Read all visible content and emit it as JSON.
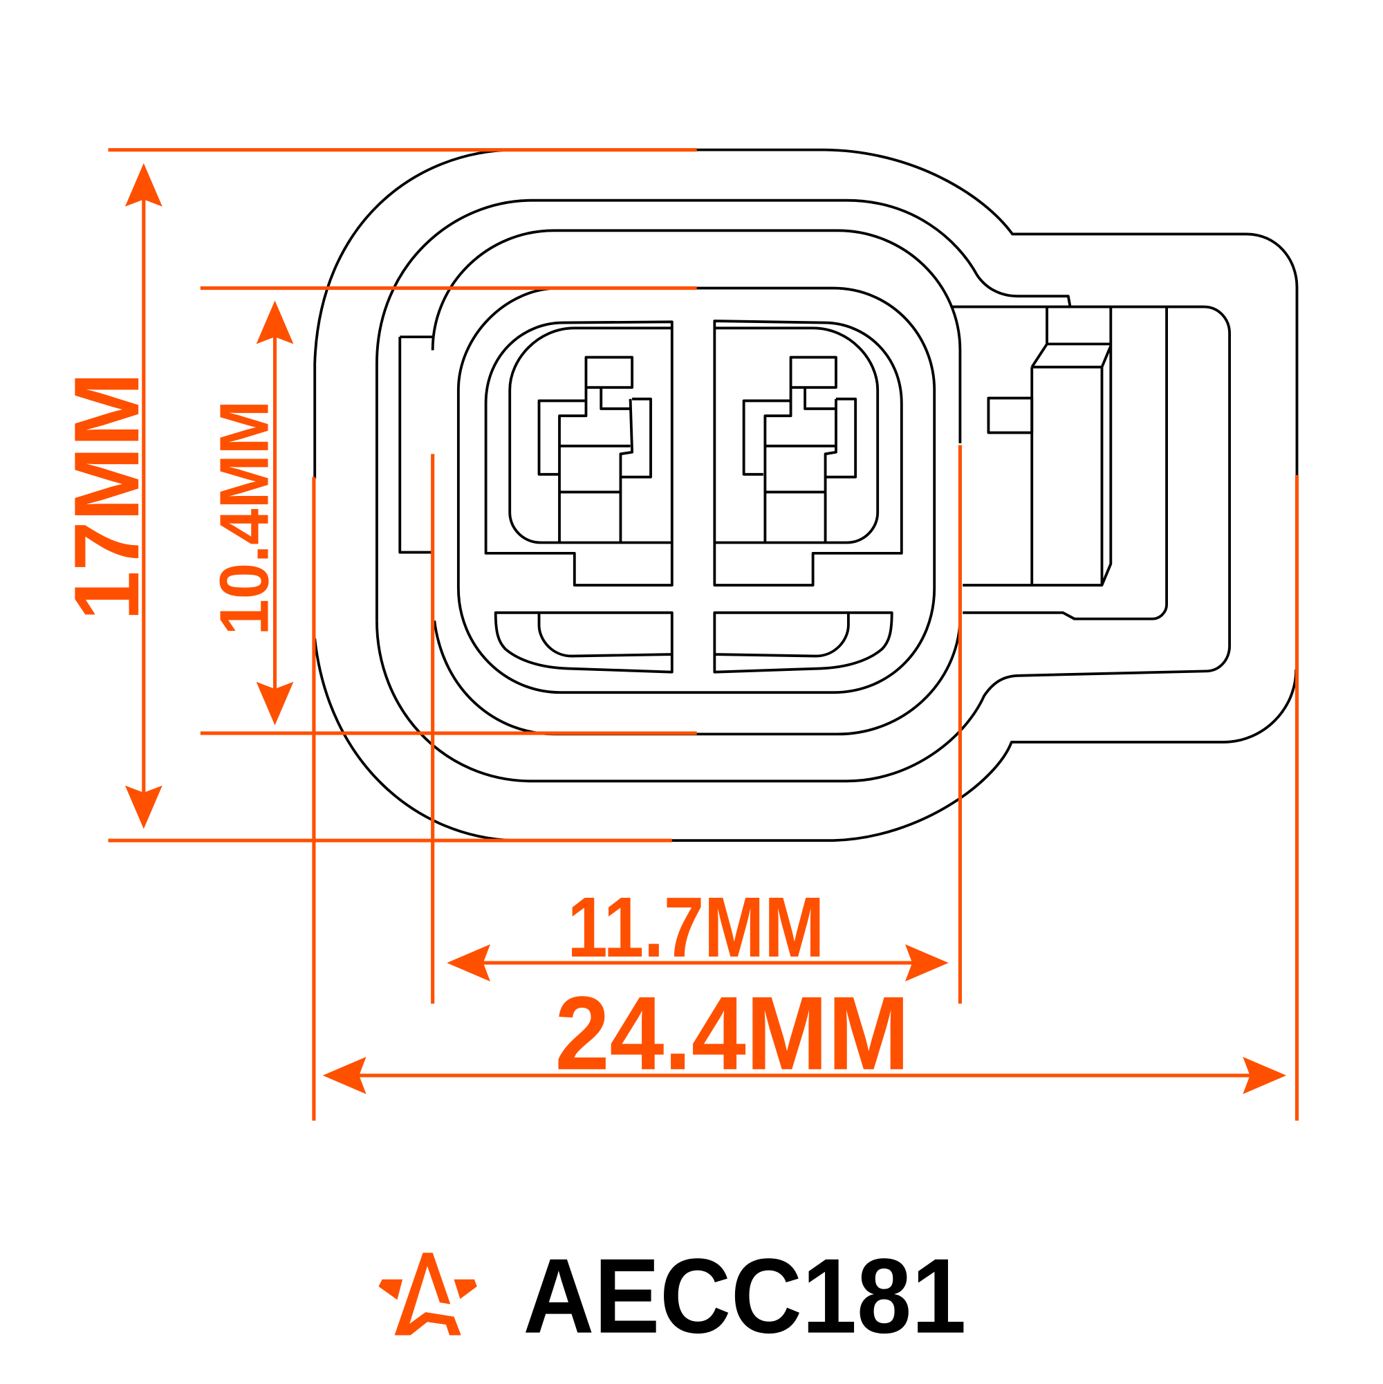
{
  "dimensions": {
    "height_outer": "17MM",
    "height_inner": "10.4MM",
    "width_inner": "11.7MM",
    "width_outer": "24.4MM"
  },
  "brand": {
    "model": "AECC181",
    "logo_icon": "aecc-star-logo"
  },
  "colors": {
    "accent": "#ff5000",
    "line": "#000000"
  }
}
